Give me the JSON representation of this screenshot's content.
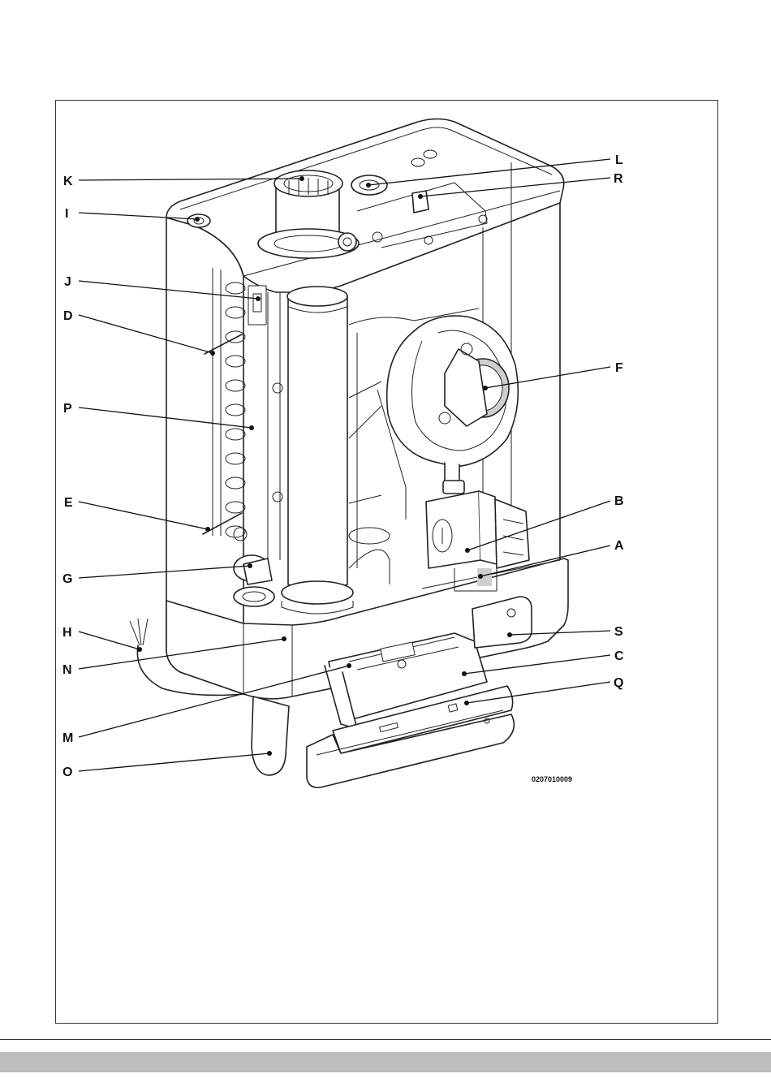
{
  "diagram": {
    "figure_code": "0207010009",
    "labels": [
      {
        "id": "K",
        "text": "K"
      },
      {
        "id": "L",
        "text": "L"
      },
      {
        "id": "R",
        "text": "R"
      },
      {
        "id": "I",
        "text": "I"
      },
      {
        "id": "J",
        "text": "J"
      },
      {
        "id": "D",
        "text": "D"
      },
      {
        "id": "F",
        "text": "F"
      },
      {
        "id": "P",
        "text": "P"
      },
      {
        "id": "B",
        "text": "B"
      },
      {
        "id": "E",
        "text": "E"
      },
      {
        "id": "A",
        "text": "A"
      },
      {
        "id": "G",
        "text": "G"
      },
      {
        "id": "H",
        "text": "H"
      },
      {
        "id": "S",
        "text": "S"
      },
      {
        "id": "C",
        "text": "C"
      },
      {
        "id": "N",
        "text": "N"
      },
      {
        "id": "Q",
        "text": "Q"
      },
      {
        "id": "M",
        "text": "M"
      },
      {
        "id": "O",
        "text": "O"
      }
    ]
  }
}
